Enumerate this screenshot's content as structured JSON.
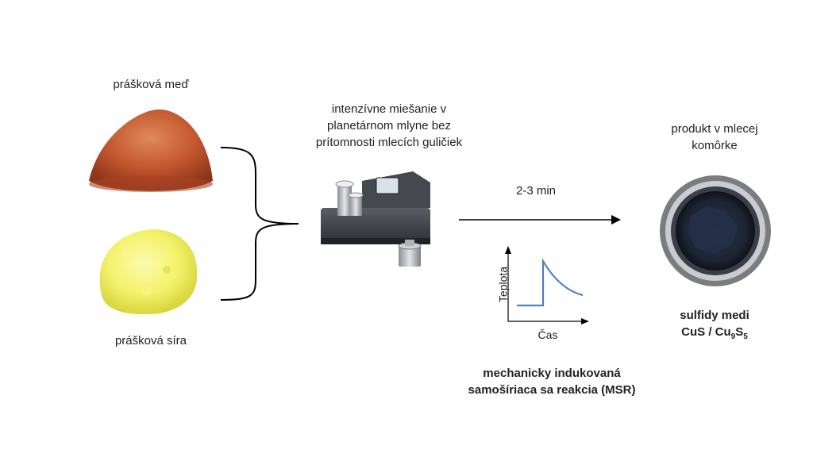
{
  "labels": {
    "copper": "prášková meď",
    "sulfur": "prášková síra",
    "mixing": [
      "intenzívne miešanie v",
      "planetárnom mlyne bez",
      "prítomnosti mlecích guličiek"
    ],
    "time": "2-3 min",
    "product": [
      "produkt v mlecej",
      "komôrke"
    ],
    "result_title": "sulfidy medi",
    "result_formula": {
      "a": "CuS / Cu",
      "sub1": "9",
      "b": "S",
      "sub2": "5"
    },
    "reaction": [
      "mechanicky indukovaná",
      "samošíriaca sa reakcia (MSR)"
    ]
  },
  "inset_chart": {
    "ylabel": "Teplota",
    "xlabel": "Čas"
  },
  "colors": {
    "copper": "#c4572f",
    "sulfur": "#f4f26a",
    "mill_body": "#3a3d42",
    "curve": "#4f81bd",
    "line": "#000000"
  }
}
